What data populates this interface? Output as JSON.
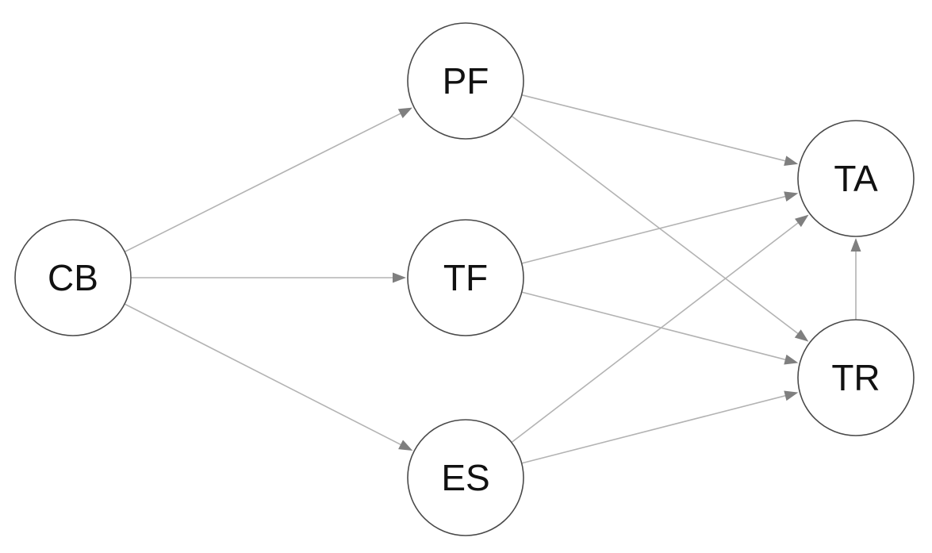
{
  "diagram": {
    "type": "directed-graph",
    "nodes": [
      {
        "id": "CB",
        "label": "CB"
      },
      {
        "id": "PF",
        "label": "PF"
      },
      {
        "id": "TF",
        "label": "TF"
      },
      {
        "id": "ES",
        "label": "ES"
      },
      {
        "id": "TA",
        "label": "TA"
      },
      {
        "id": "TR",
        "label": "TR"
      }
    ],
    "edges": [
      {
        "from": "CB",
        "to": "PF"
      },
      {
        "from": "CB",
        "to": "TF"
      },
      {
        "from": "CB",
        "to": "ES"
      },
      {
        "from": "PF",
        "to": "TA"
      },
      {
        "from": "PF",
        "to": "TR"
      },
      {
        "from": "TF",
        "to": "TA"
      },
      {
        "from": "TF",
        "to": "TR"
      },
      {
        "from": "ES",
        "to": "TA"
      },
      {
        "from": "ES",
        "to": "TR"
      },
      {
        "from": "TR",
        "to": "TA"
      }
    ],
    "colors": {
      "edge": "#b3b3b3",
      "arrowhead": "#7f7f7f",
      "node_border": "#4a4a4a",
      "node_fill": "#ffffff",
      "label": "#111111"
    }
  }
}
